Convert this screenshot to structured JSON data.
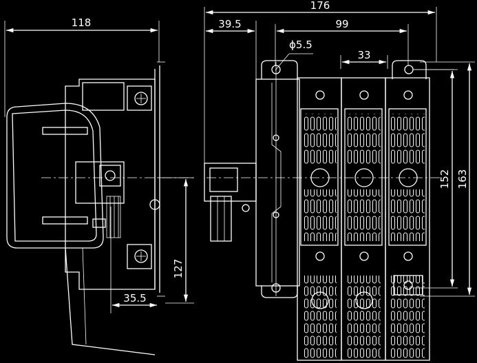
{
  "dimensions": {
    "overall_width": "176",
    "mount_offset": "39.5",
    "pole_span": "99",
    "hole_dia": "ϕ5.5",
    "pole_pitch": "33",
    "side_depth": "118",
    "body_height": "152",
    "overall_height": "163",
    "base_height": "127",
    "base_offset": "35.5"
  }
}
